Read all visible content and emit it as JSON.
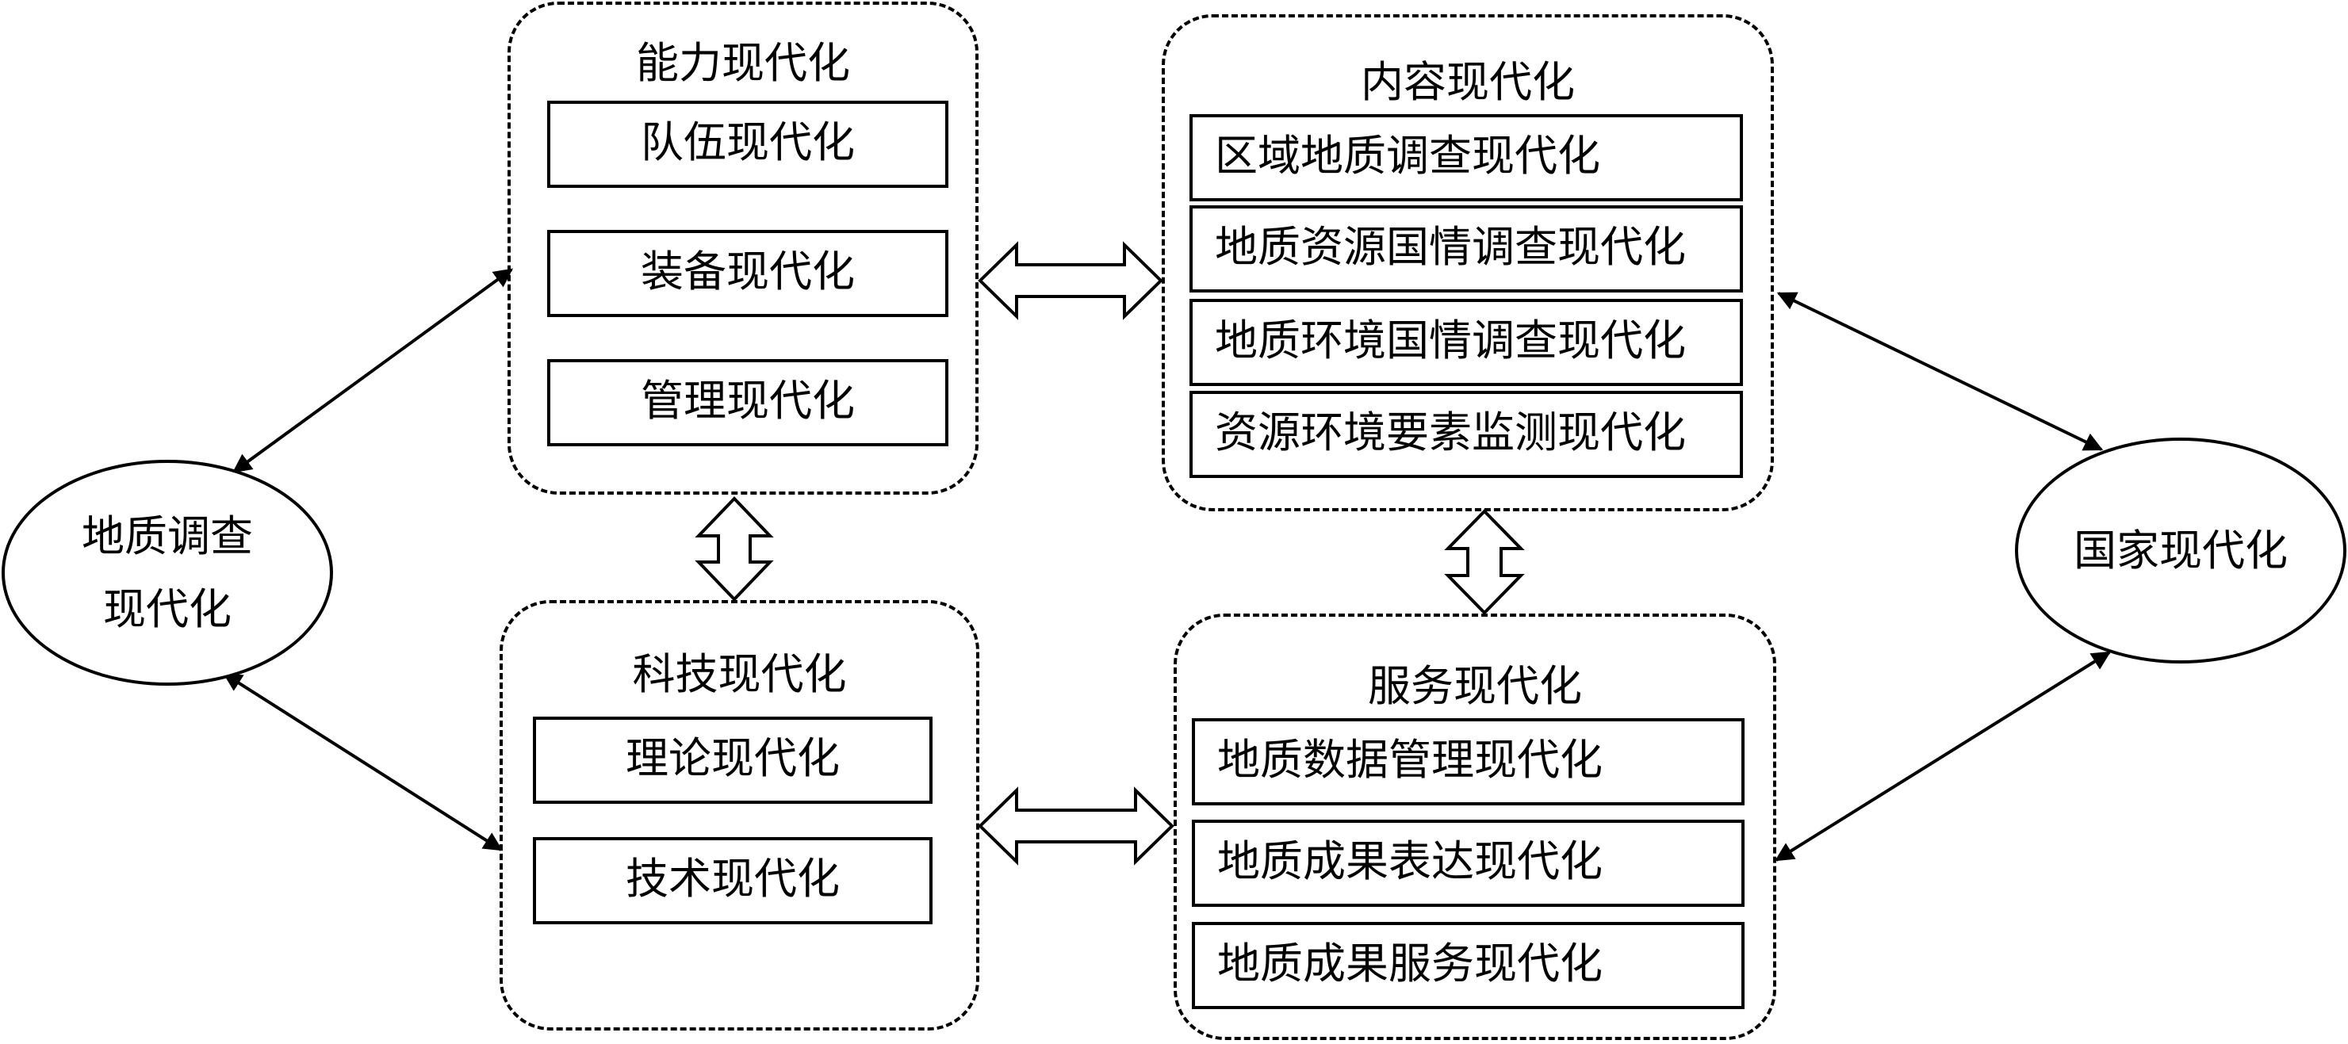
{
  "geo_survey": {
    "line1": "地质调查",
    "line2": "现代化"
  },
  "national": {
    "label": "国家现代化"
  },
  "capability": {
    "title": "能力现代化",
    "items": [
      "队伍现代化",
      "装备现代化",
      "管理现代化"
    ]
  },
  "content": {
    "title": "内容现代化",
    "items": [
      "区域地质调查现代化",
      "地质资源国情调查现代化",
      "地质环境国情调查现代化",
      "资源环境要素监测现代化"
    ]
  },
  "science": {
    "title": "科技现代化",
    "items": [
      "理论现代化",
      "技术现代化"
    ]
  },
  "service": {
    "title": "服务现代化",
    "items": [
      "地质数据管理现代化",
      "地质成果表达现代化",
      "地质成果服务现代化"
    ]
  }
}
